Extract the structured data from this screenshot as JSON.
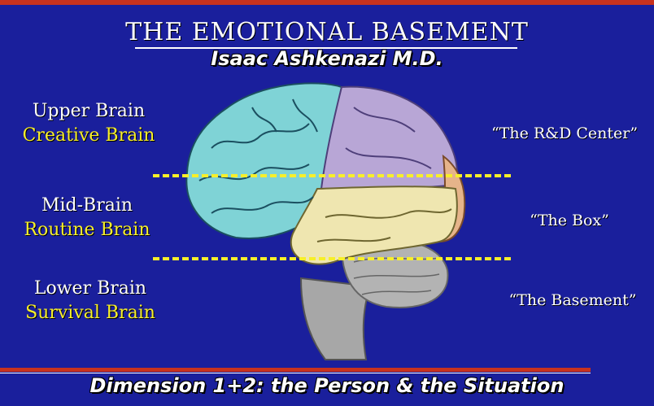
{
  "title": "THE  EMOTIONAL  BASEMENT",
  "subtitle": "Isaac Ashkenazi M.D.",
  "levels": [
    {
      "line1": "Upper Brain",
      "line2": "Creative Brain",
      "nickname": "“The R&D Center”"
    },
    {
      "line1": "Mid-Brain",
      "line2": "Routine Brain",
      "nickname": "“The Box”"
    },
    {
      "line1": "Lower Brain",
      "line2": "Survival Brain",
      "nickname": "“The Basement”"
    }
  ],
  "footer": "Dimension 1+2: the Person & the Situation",
  "colors": {
    "background": "#1a1f9c",
    "accent_red": "#c8321e",
    "highlight_yellow": "#f7ef2a",
    "brain_frontal": "#7fd3d6",
    "brain_parietal": "#b8a6d6",
    "brain_temporal": "#efe6b0",
    "brain_occipital": "#e6b48a",
    "brain_stem": "#a7a7a7"
  }
}
